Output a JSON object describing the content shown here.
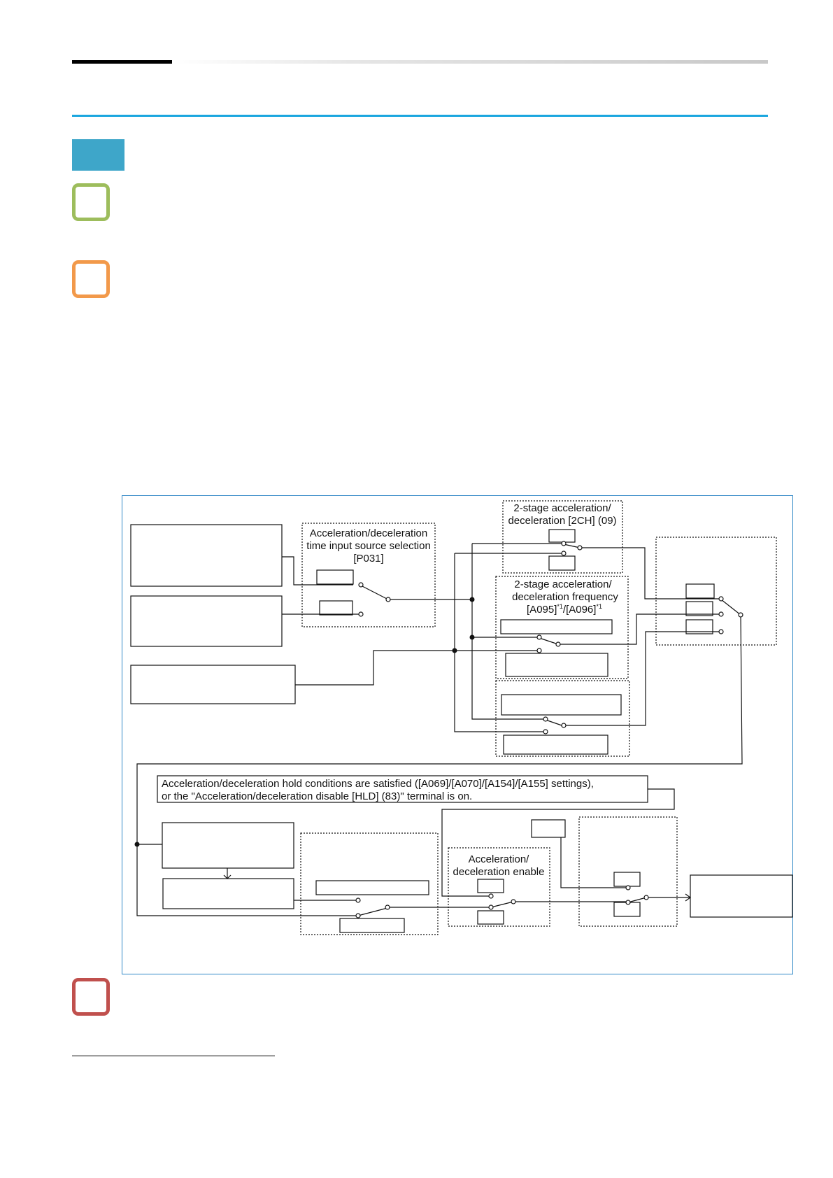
{
  "diagram": {
    "labels": {
      "two_stage_2ch_line1": "2-stage acceleration/",
      "two_stage_2ch_line2": "deceleration [2CH] (09)",
      "p031_line1": "Acceleration/deceleration",
      "p031_line2": "time input source selection",
      "p031_line3": "[P031]",
      "freq_line1": "2-stage acceleration/",
      "freq_line2": "deceleration frequency",
      "freq_line3_a": "[A095]",
      "freq_sup1": "*1",
      "freq_line3_b": "/[A096]",
      "freq_sup2": "*1",
      "hold_line1": "Acceleration/deceleration hold conditions are satisfied ([A069]/[A070]/[A154]/[A155] settings),",
      "hold_line2": "or the \"Acceleration/deceleration disable [HLD] (83)\" terminal is on.",
      "enable_line1": "Acceleration/",
      "enable_line2": "deceleration enable"
    },
    "colors": {
      "frame": "#2f87c6",
      "line": "#111111"
    }
  },
  "icons": {
    "green": "rounded-square-icon",
    "orange": "rounded-square-icon",
    "red": "rounded-square-icon"
  }
}
